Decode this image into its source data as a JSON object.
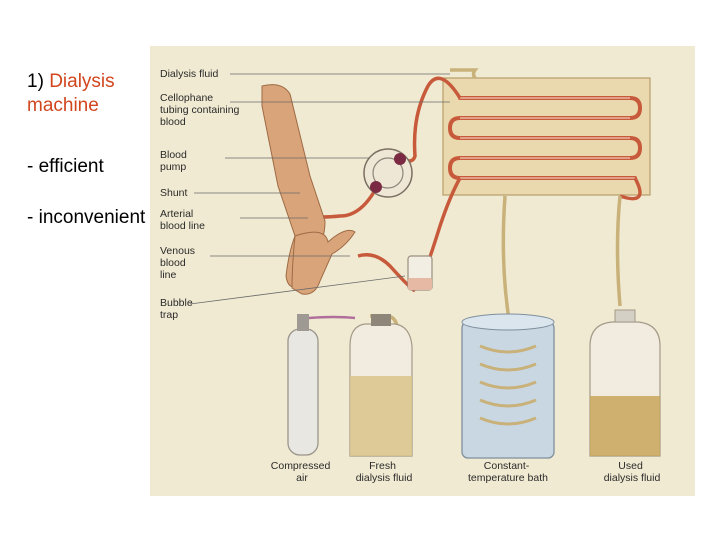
{
  "slide": {
    "heading_number": "1)",
    "heading_accent": "Dialysis machine",
    "bullets": [
      "- efficient",
      "- inconvenient"
    ]
  },
  "figure": {
    "left_labels": [
      [
        "Dialysis fluid"
      ],
      [
        "Cellophane",
        "tubing containing",
        "blood"
      ],
      [
        "Blood",
        "pump"
      ],
      [
        "Shunt"
      ],
      [
        "Arterial",
        "blood line"
      ],
      [
        "Venous",
        "blood",
        "line"
      ],
      [
        "Bubble",
        "trap"
      ]
    ],
    "bottom_labels": [
      [
        "Compressed",
        "air"
      ],
      [
        "Fresh",
        "dialysis fluid"
      ],
      [
        "Constant-",
        "temperature bath"
      ],
      [
        "Used",
        "dialysis fluid"
      ]
    ]
  },
  "colors": {
    "accent": "#d2461e",
    "figure_bg": "#f0ead2",
    "tubing": "#c85a3c",
    "fluid": "#d9c48a"
  }
}
